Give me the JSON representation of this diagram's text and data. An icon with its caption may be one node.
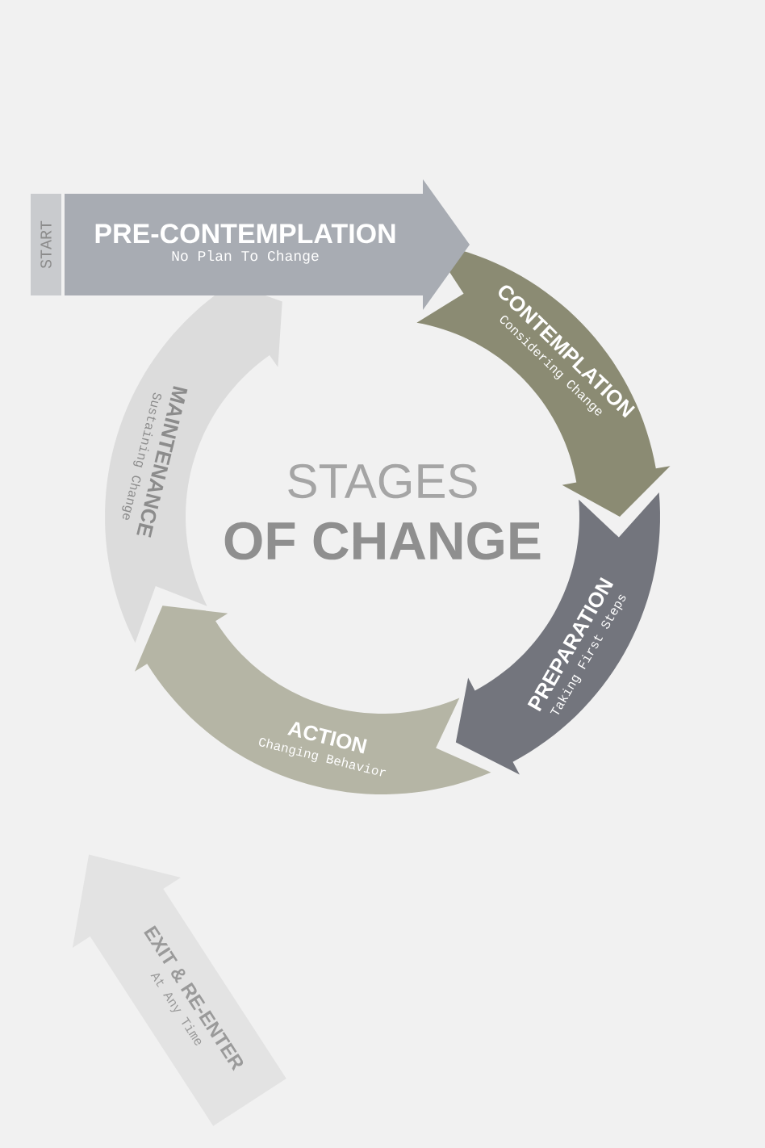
{
  "diagram": {
    "nodes": [
      {
        "text": [
          "PRE-CONTEMPLATION",
          "No Plan To Change"
        ]
      },
      {
        "text": [
          "CONTEMPLATION",
          "Considering Change"
        ]
      },
      {
        "text": [
          "PREPARATION",
          "Taking First Steps"
        ]
      },
      {
        "text": [
          "ACTION",
          "Changing Behavior"
        ]
      },
      {
        "text": [
          "MAINTENANCE",
          "Sustaining Change"
        ]
      },
      {
        "text": [
          "START"
        ]
      },
      {
        "text": [
          "EXIT & RE-ENTER",
          "At Any Time"
        ]
      }
    ],
    "labels": [
      "STAGES",
      "OF CHANGE"
    ]
  }
}
